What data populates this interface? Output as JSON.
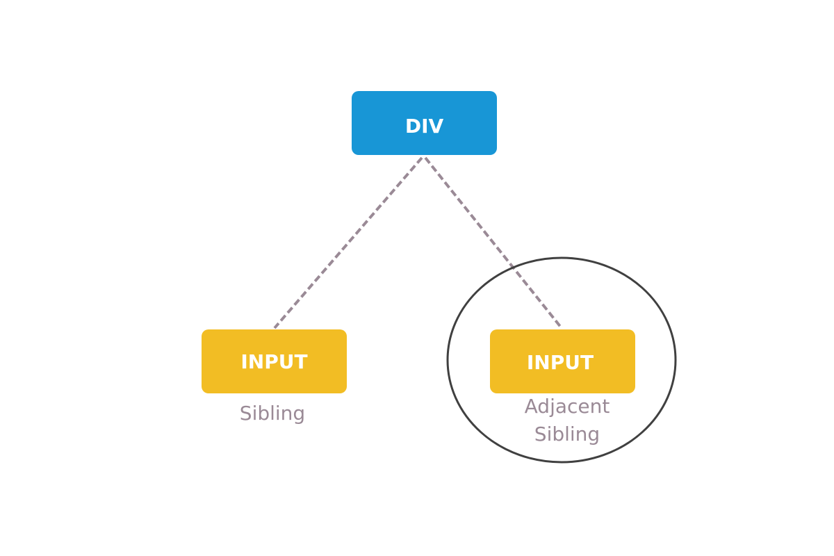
{
  "diagram": {
    "root": {
      "label": "DIV",
      "color": "#1896d6"
    },
    "children": [
      {
        "label": "INPUT",
        "caption_lines": [
          "Sibling"
        ],
        "color": "#f2bd24",
        "highlighted": false
      },
      {
        "label": "INPUT",
        "caption_lines": [
          "Adjacent",
          "Sibling"
        ],
        "color": "#f2bd24",
        "highlighted": true
      }
    ],
    "connector_color": "#9a8a96",
    "highlight_ring_color": "#404040",
    "caption_color": "#9a8a96"
  }
}
